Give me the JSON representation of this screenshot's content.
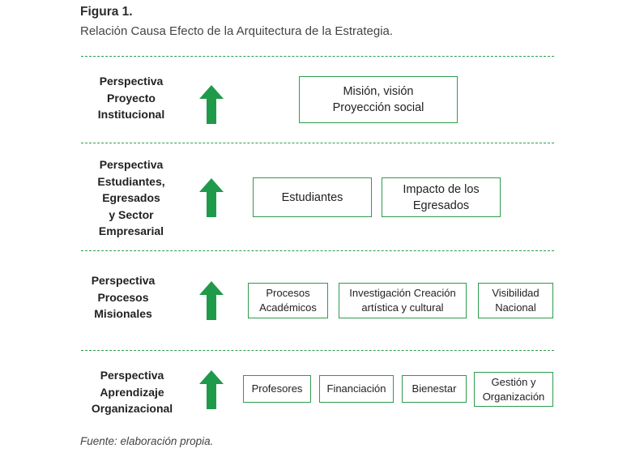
{
  "figure": {
    "title": "Figura 1.",
    "subtitle": "Relación Causa Efecto de la Arquitectura de la Estrategia.",
    "source": "Fuente: elaboración propia."
  },
  "colors": {
    "accent": "#2e9b4f",
    "arrow": "#1f9a4a",
    "text": "#222222"
  },
  "perspectives": [
    {
      "label": "Perspectiva\nProyecto\nInstitucional",
      "boxes": [
        "Misión, visión\nProyección social"
      ]
    },
    {
      "label": "Perspectiva\nEstudiantes,\nEgresados\ny Sector\nEmpresarial",
      "boxes": [
        "Estudiantes",
        "Impacto de los\nEgresados"
      ]
    },
    {
      "label": "Perspectiva\nProcesos\nMisionales",
      "boxes": [
        "Procesos\nAcadémicos",
        "Investigación Creación\nartística y cultural",
        "Visibilidad\nNacional"
      ]
    },
    {
      "label": "Perspectiva\nAprendizaje\nOrganizacional",
      "boxes": [
        "Profesores",
        "Financiación",
        "Bienestar",
        "Gestión y\nOrganización"
      ]
    }
  ],
  "icons": {
    "arrow": "up-arrow-icon"
  }
}
